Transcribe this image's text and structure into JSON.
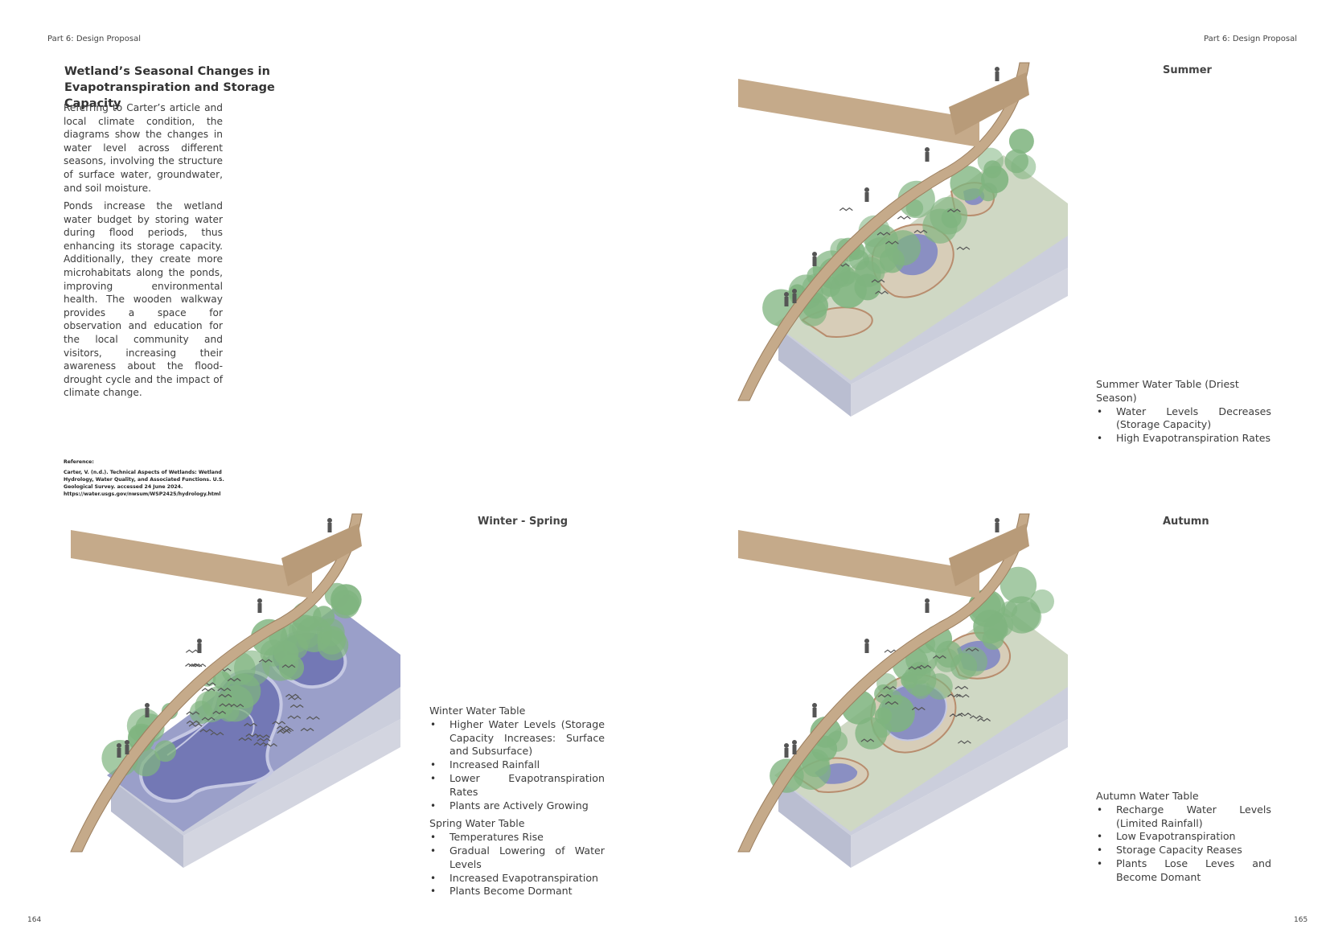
{
  "header": {
    "left": "Part 6: Design Proposal",
    "right": "Part 6: Design Proposal"
  },
  "page_numbers": {
    "left": "164",
    "right": "165"
  },
  "intro": {
    "title_line1": "Wetland’s Seasonal Changes in",
    "title_line2": "Evapotranspiration and Storage Capacity",
    "paragraph1": "Referring to Carter’s article and local climate condition, the diagrams show the changes in water level across different seasons, involving the structure of surface water, groundwater, and soil moisture.",
    "paragraph2": "Ponds increase the wetland water budget by storing water during flood periods, thus enhancing its storage capacity. Additionally, they create more microhabitats along the ponds, improving environmental health. The wooden walkway provides a space for observation and education for the local community and visitors, increasing their awareness about the flood-drought cycle and the impact of climate change."
  },
  "reference": {
    "label": "Reference:",
    "text": "Carter, V. (n.d.). Technical Aspects of Wetlands: Wetland Hydrology, Water Quality, and Associated Functions. U.S. Geological Survey. accessed 24 June 2024. https://water.usgs.gov/nwsum/WSP2425/hydrology.html"
  },
  "summer": {
    "title": "Summer",
    "heading": "Summer Water Table (Driest Season)",
    "items": [
      "Water Levels Decreases (Storage Capacity)",
      "High Evapotranspiration Rates"
    ]
  },
  "winter_spring": {
    "title": "Winter - Spring",
    "winter_heading": "Winter Water Table",
    "winter_items": [
      "Higher Water Levels (Storage Capacity Increases: Surface and Subsurface)",
      "Increased Rainfall",
      "Lower Evapotranspiration Rates",
      "Plants are Actively Growing"
    ],
    "spring_heading": "Spring Water Table",
    "spring_items": [
      "Temperatures Rise",
      "Gradual Lowering of Water Levels",
      "Increased Evapotranspiration",
      "Plants Become Dormant"
    ]
  },
  "autumn": {
    "title": "Autumn",
    "heading": "Autumn Water Table",
    "items": [
      "Recharge Water Levels (Limited Rainfall)",
      "Low Evapotranspiration",
      "Storage Capacity Reases",
      "Plants Lose Leves and Become Domant"
    ]
  },
  "colors": {
    "walkway": "#c5aa8a",
    "tree": "#7fb47f",
    "water": "#8a8fc2",
    "soil": "#d7cdb8",
    "gravel": "#b9bdd0"
  }
}
